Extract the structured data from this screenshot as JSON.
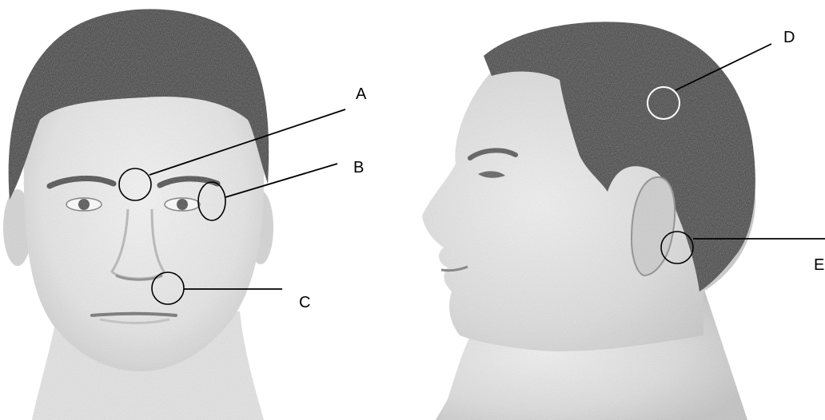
{
  "figure": {
    "panels": [
      {
        "view": "front",
        "markers": [
          "A",
          "B",
          "C"
        ]
      },
      {
        "view": "profile",
        "markers": [
          "D",
          "E"
        ]
      }
    ],
    "labels": {
      "A": "A",
      "B": "B",
      "C": "C",
      "D": "D",
      "E": "E"
    }
  },
  "colors": {
    "skin": "#ebebeb",
    "skin_shadow": "#d4d4d4",
    "hair": "#333333",
    "line": "#000000",
    "marker_on_hair": "#ffffff"
  }
}
